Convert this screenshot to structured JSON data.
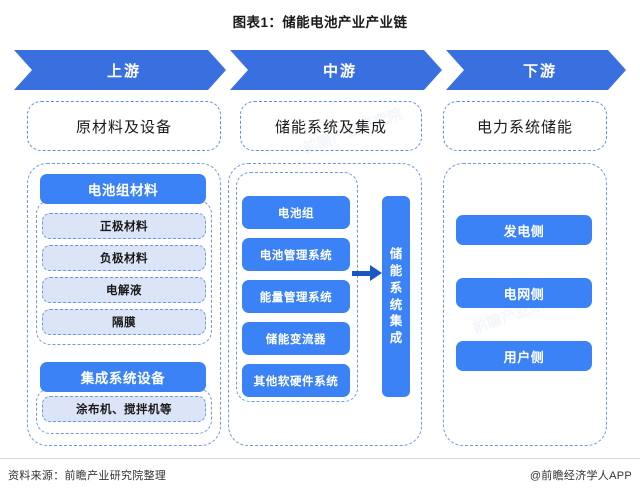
{
  "title": "图表1：储能电池产业产业链",
  "banner": {
    "stages": [
      {
        "label": "上游"
      },
      {
        "label": "中游"
      },
      {
        "label": "下游"
      }
    ]
  },
  "columns": {
    "upstream": {
      "header": "原材料及设备",
      "groups": [
        {
          "title": "电池组材料",
          "items": [
            "正极材料",
            "负极材料",
            "电解液",
            "隔膜"
          ]
        },
        {
          "title": "集成系统设备",
          "items": [
            "涂布机、搅拌机等"
          ]
        }
      ]
    },
    "midstream": {
      "header": "储能系统及集成",
      "items": [
        "电池组",
        "电池管理系统",
        "能量管理系统",
        "储能变流器",
        "其他软硬件系统"
      ],
      "integration": "储能系统集成",
      "integration_chars": [
        "储",
        "能",
        "系",
        "统",
        "集",
        "成"
      ]
    },
    "downstream": {
      "header": "电力系统储能",
      "items": [
        "发电侧",
        "电网侧",
        "用户侧"
      ]
    }
  },
  "footer": {
    "source": "资料来源：前瞻产业研究院整理",
    "credit": "@前瞻经济学人APP"
  },
  "watermark": "前瞻产业研究院",
  "colors": {
    "primary_blue": "#3b82f6",
    "banner_blue": "#3a6fe0",
    "dashed_border": "#6b97f0",
    "sub_fill": "#dbe5f7",
    "arrow": "#1a57c4"
  }
}
